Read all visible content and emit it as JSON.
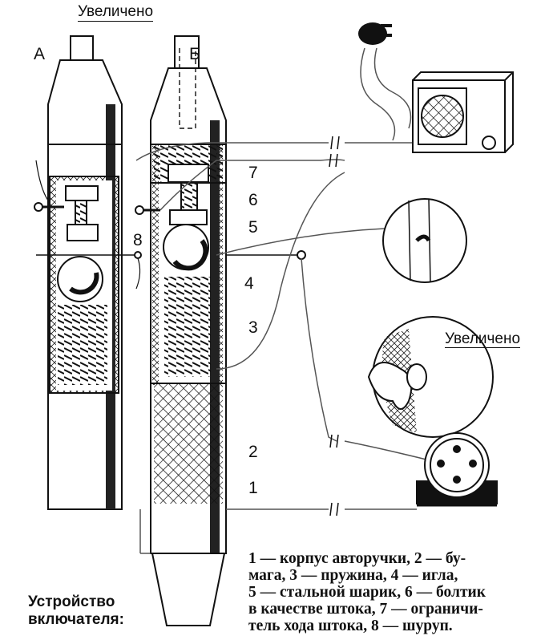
{
  "labels": {
    "magnified_top": "Увеличено",
    "magnified_right": "Увеличено",
    "pen_a": "А",
    "pen_b": "Б",
    "parts": [
      "1",
      "2",
      "3",
      "4",
      "5",
      "6",
      "7",
      "8"
    ]
  },
  "caption_lines": [
    "1 — корпус авторучки, 2 — бу-",
    "мага, 3 — пружина, 4 — игла,",
    "5 — стальной шарик, 6 — болтик",
    "в качестве штока, 7 — ограничи-",
    "тель хода штока, 8 — шуруп."
  ],
  "title_lines": [
    "Устройство",
    "включателя:"
  ]
}
